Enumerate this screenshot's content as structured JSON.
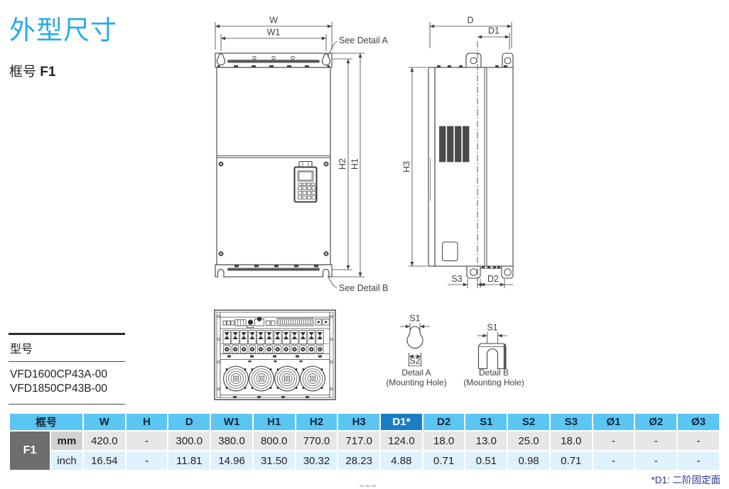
{
  "page": {
    "title": "外型尺寸",
    "frame_label": {
      "prefix": "框号 ",
      "value": "F1"
    },
    "footnote": "*D1: 二阶固定面"
  },
  "models": {
    "heading": "型号",
    "items": [
      "VFD1600CP43A-00",
      "VFD1850CP43B-00"
    ]
  },
  "drawings": {
    "front": {
      "w": "W",
      "w1": "W1",
      "h1": "H1",
      "h2": "H2",
      "see_detail_a": "See Detail A",
      "see_detail_b": "See Detail B"
    },
    "side": {
      "d": "D",
      "d1": "D1",
      "h3": "H3",
      "s3": "S3",
      "d2": "D2"
    },
    "detail_a": {
      "s1": "S1",
      "s2": "S2",
      "title": "Detail A",
      "caption": "(Mounting Hole)"
    },
    "detail_b": {
      "s1": "S1",
      "title": "Detail B",
      "caption": "(Mounting Hole)"
    }
  },
  "table": {
    "frame_header": "框号",
    "frame": "F1",
    "columns": [
      "W",
      "H",
      "D",
      "W1",
      "H1",
      "H2",
      "H3",
      "D1*",
      "D2",
      "S1",
      "S2",
      "S3",
      "Ø1",
      "Ø2",
      "Ø3"
    ],
    "highlight_column": "D1*",
    "rows": [
      {
        "unit": "mm",
        "values": [
          "420.0",
          "-",
          "300.0",
          "380.0",
          "800.0",
          "770.0",
          "717.0",
          "124.0",
          "18.0",
          "13.0",
          "25.0",
          "18.0",
          "-",
          "-",
          "-"
        ]
      },
      {
        "unit": "inch",
        "values": [
          "16.54",
          "-",
          "11.81",
          "14.96",
          "31.50",
          "30.32",
          "28.23",
          "4.88",
          "0.71",
          "0.51",
          "0.98",
          "0.71",
          "-",
          "-",
          "-"
        ]
      }
    ]
  },
  "colors": {
    "accent_title": "#29abe2",
    "table_header_bg": "#5bc6f2",
    "table_header_highlight_bg": "#1b7ec5",
    "frame_cell_bg": "#6d6e70",
    "unit_mm_bg": "#d0d2d3",
    "row_mm_bg": "#e6e7e8",
    "row_inch_bg": "#def2fc",
    "highlight_cell_bg": "#c8e7f8",
    "footnote_text": "#2c3792",
    "line_art": "#414042"
  }
}
